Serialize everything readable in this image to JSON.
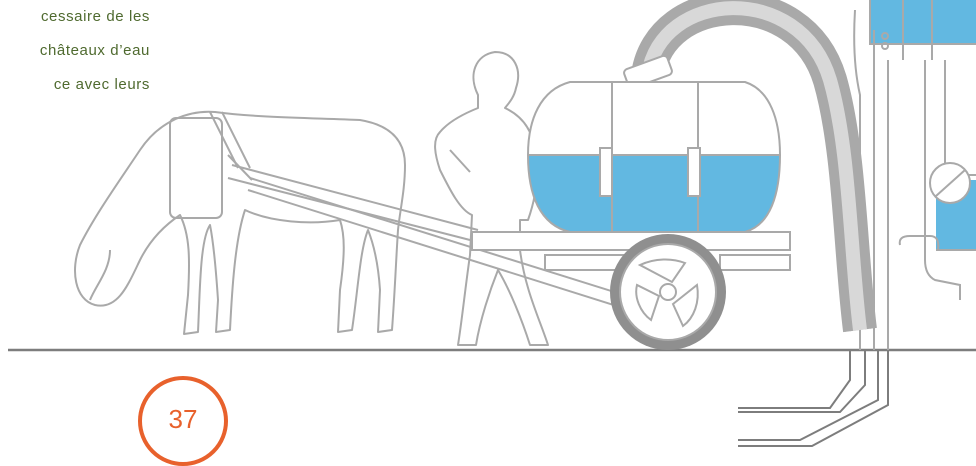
{
  "document": {
    "text_lines": [
      "cessaire de les",
      "châteaux d’eau",
      "ce  avec  leurs"
    ],
    "page_number": "37"
  },
  "illustration": {
    "colors": {
      "outline": "#a9a9a9",
      "water": "#62b8e1",
      "ground": "#7d7d7d",
      "accent": "#e8612c"
    }
  }
}
